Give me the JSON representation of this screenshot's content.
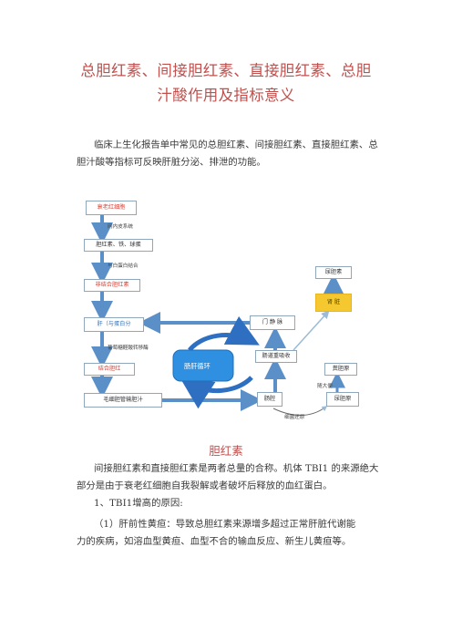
{
  "doc": {
    "title_line1": "总胆红素、间接胆红素、直接胆红素、总胆",
    "title_line2": "汁酸作用及指标意义",
    "intro_line1": "临床上生化报告单中常见的总胆红素、间接胆红素、直接胆红素、总",
    "intro_line2": "胆汁酸等指标可反映肝脏分泌、排泄的功能。",
    "section_heading": "胆红素",
    "p2_line1": "间接胆红素和直接胆红素是两者总量的合称。机体 TBI1 的来源绝大",
    "p2_line2": "部分是由于衰老红细胞自我裂解或者破坏后释放的血红蛋白。",
    "item1": "1、TBI1增高的原因:",
    "item1a_line1": "（1）肝前性黄疸：导致总胆红素来源增多超过正常肝脏代谢能",
    "item1a_line2": "力的疾病，如溶血型黄疸、血型不合的输血反应、新生儿黄疸等。"
  },
  "diagram": {
    "box_rbc": "衰老红细胞",
    "label_mps": "网内皮系统",
    "box_heme": "胆红素、铁、球蛋",
    "label_albumin": "与白蛋白结合",
    "box_unconj": "非结合胆红素",
    "box_liver": "肝（与蛋白分",
    "label_enzyme": "葡萄糖醛酸转移酶",
    "box_conj": "结合胆红",
    "box_bile": "毛细胆管输胆汁",
    "box_portal": "门 静 脉",
    "box_gut_abs": "肠道重吸收",
    "box_kidney": "肾 脏",
    "box_urobilin": "尿胆素",
    "box_fecal": "粪胆原",
    "label_stool": "随大便",
    "box_urobilinogen": "尿胆原",
    "box_intestine": "肠腔",
    "label_bacteria": "细菌还原",
    "cycle_label": "肠肝循环",
    "colors": {
      "arrow": "#5b8fc7",
      "cycle": "#2f6fc2",
      "box_border": "#8fa7bd",
      "kidney": "#f6c82f",
      "title": "#c0504d"
    }
  }
}
